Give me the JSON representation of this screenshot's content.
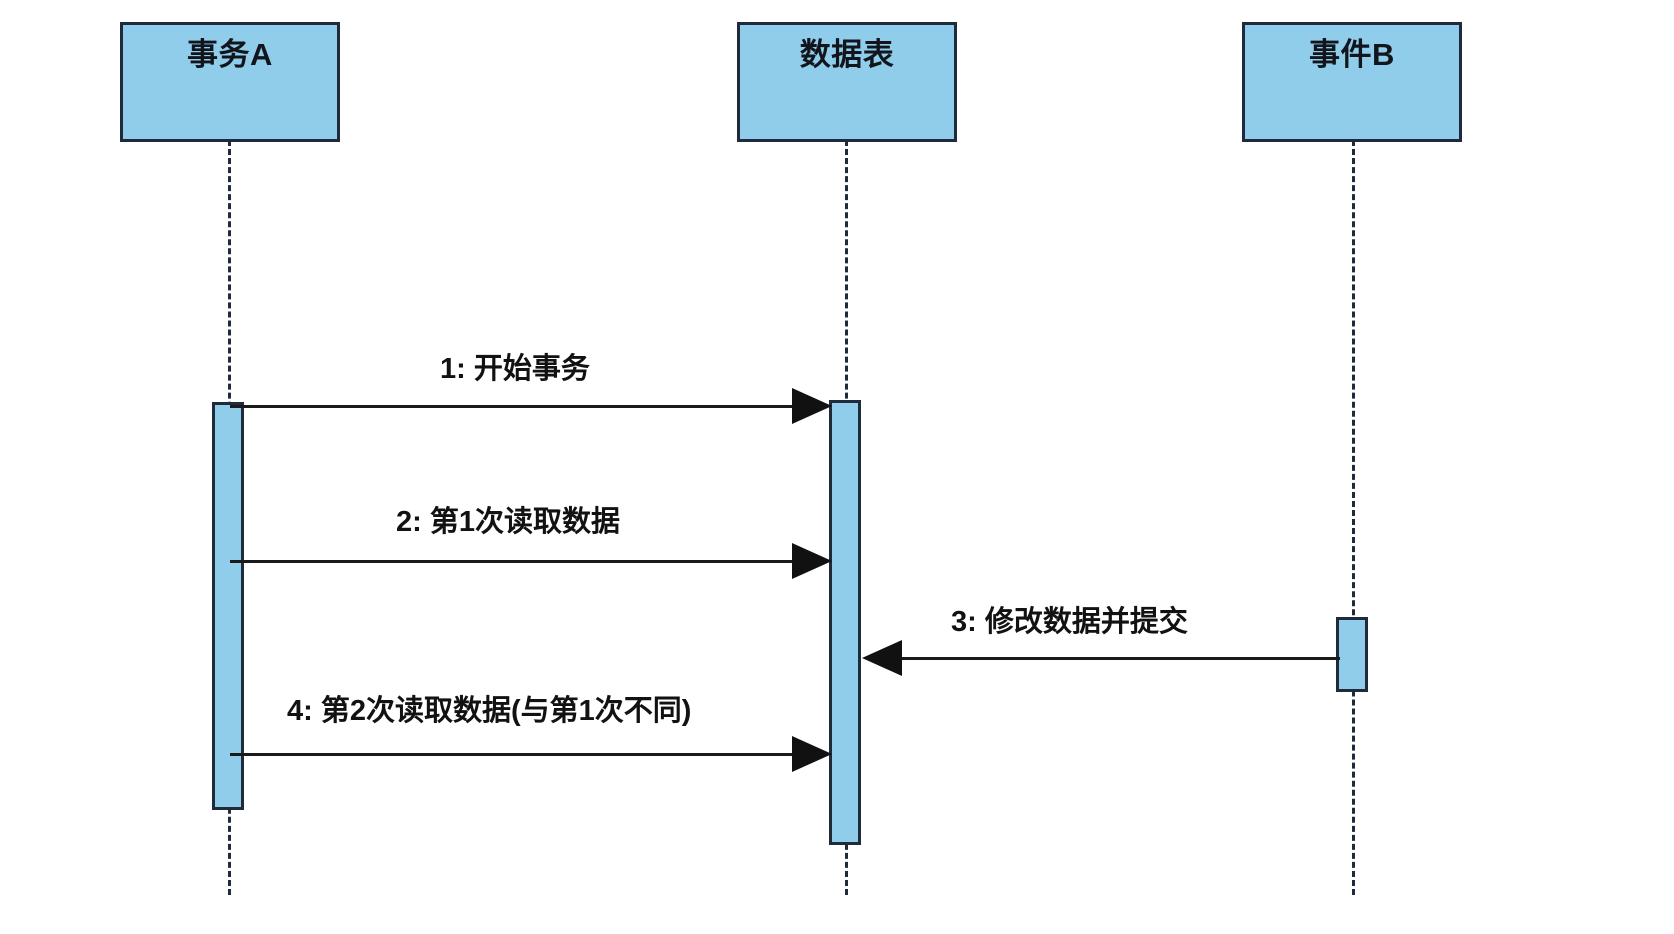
{
  "diagram": {
    "type": "uml-sequence-diagram",
    "background_color": "#FFFFFF",
    "box_fill_color": "#8FCDEB",
    "box_border_color": "#1F2B3D",
    "line_color": "#1A1A1A",
    "participants": [
      {
        "id": "transaction-a",
        "label": "事务A"
      },
      {
        "id": "data-table",
        "label": "数据表"
      },
      {
        "id": "event-b",
        "label": "事件B"
      }
    ],
    "messages": [
      {
        "seq": "1",
        "label": "1: 开始事务",
        "from": "transaction-a",
        "to": "data-table",
        "direction": "right"
      },
      {
        "seq": "2",
        "label": "2: 第1次读取数据",
        "from": "transaction-a",
        "to": "data-table",
        "direction": "right"
      },
      {
        "seq": "3",
        "label": "3: 修改数据并提交",
        "from": "event-b",
        "to": "data-table",
        "direction": "left"
      },
      {
        "seq": "4",
        "label": "4: 第2次读取数据(与第1次不同)",
        "from": "transaction-a",
        "to": "data-table",
        "direction": "right"
      }
    ]
  }
}
